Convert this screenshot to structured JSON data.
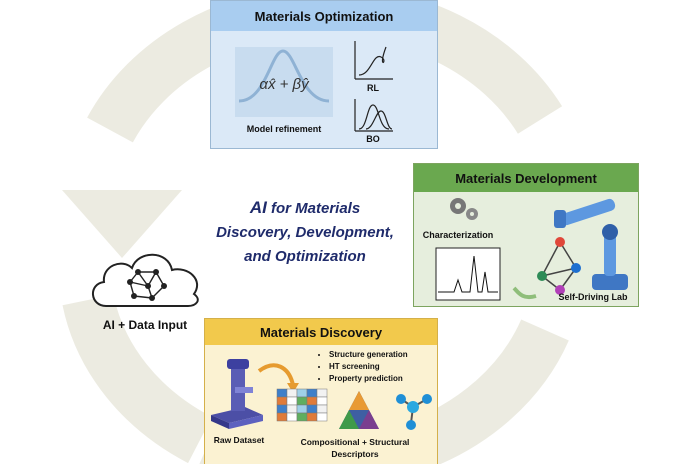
{
  "optimization": {
    "title": "Materials Optimization",
    "formula": "αx̂ + βŷ",
    "model_label": "Model refinement",
    "rl_label": "RL",
    "bo_label": "BO"
  },
  "development": {
    "title": "Materials Development",
    "characterization_label": "Characterization",
    "lab_label": "Self-Driving Lab"
  },
  "center": {
    "line1_ai": "AI",
    "line1_rest": " for Materials",
    "line2": "Discovery, Development,",
    "line3": "and Optimization"
  },
  "data_input": {
    "label": "AI + Data Input"
  },
  "discovery": {
    "title": "Materials Discovery",
    "bullets": [
      "Structure generation",
      "HT screening",
      "Property prediction"
    ],
    "raw_label": "Raw Dataset",
    "descriptor_label_1": "Compositional + Structural",
    "descriptor_label_2": "Descriptors"
  },
  "colors": {
    "cycle": "#ecebe1",
    "optimization_header": "#a9cdf0",
    "optimization_body": "#dbe9f7",
    "development_header": "#6aa84f",
    "development_body": "#e6eedd",
    "discovery_header": "#f2c94c",
    "discovery_body": "#fbf2d2",
    "title_text": "#1f2b6b"
  }
}
